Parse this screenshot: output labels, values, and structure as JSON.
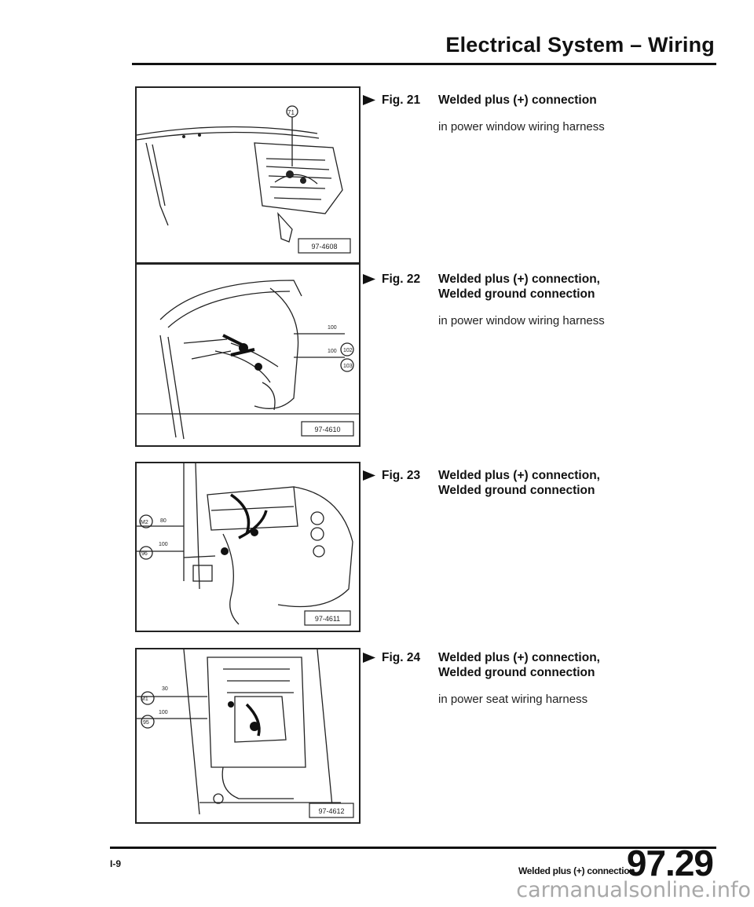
{
  "header": {
    "title": "Electrical System – Wiring"
  },
  "figures": [
    {
      "fig_label": "Fig. 21",
      "title_lines": [
        "Welded plus (+) connection"
      ],
      "subtitle": "in power window wiring harness",
      "ref_code": "97-4608",
      "callouts": [
        "71"
      ]
    },
    {
      "fig_label": "Fig. 22",
      "title_lines": [
        "Welded plus (+) connection,",
        "Welded ground connection"
      ],
      "subtitle": "in power window wiring harness",
      "ref_code": "97-4610",
      "callouts": [
        "100",
        "102",
        "100",
        "103"
      ]
    },
    {
      "fig_label": "Fig. 23",
      "title_lines": [
        "Welded plus (+) connection,",
        "Welded ground connection"
      ],
      "subtitle": "",
      "ref_code": "97-4611",
      "callouts": [
        "M2",
        "80",
        "100",
        "96"
      ]
    },
    {
      "fig_label": "Fig. 24",
      "title_lines": [
        "Welded plus (+) connection,",
        "Welded ground connection"
      ],
      "subtitle": "in power seat wiring harness",
      "ref_code": "97-4612",
      "callouts": [
        "M1",
        "30",
        "100",
        "95"
      ]
    }
  ],
  "footer": {
    "page_label": "I-9",
    "topic": "Welded plus (+) connection",
    "section_number": "97.29"
  },
  "watermark": "carmanualsonline.info"
}
